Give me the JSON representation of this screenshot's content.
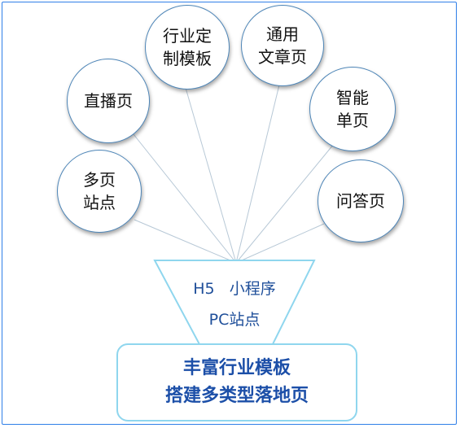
{
  "colors": {
    "frame": "#2f7fe8",
    "funnel_stroke": "#8fd6ee",
    "line": "#b7c8d6",
    "bubble_border": "#4e86b8",
    "accent_text": "#1c4fa8"
  },
  "bubbles": {
    "industry_template": "行业定\n制模板",
    "general_article": "通用\n文章页",
    "live": "直播页",
    "smart_single": "智能\n单页",
    "multi_site": "多页\n站点",
    "qa": "问答页"
  },
  "funnel": {
    "line1": "H5   小程序",
    "line2": "PC站点"
  },
  "result": {
    "text": "丰富行业模板\n搭建多类型落地页"
  }
}
